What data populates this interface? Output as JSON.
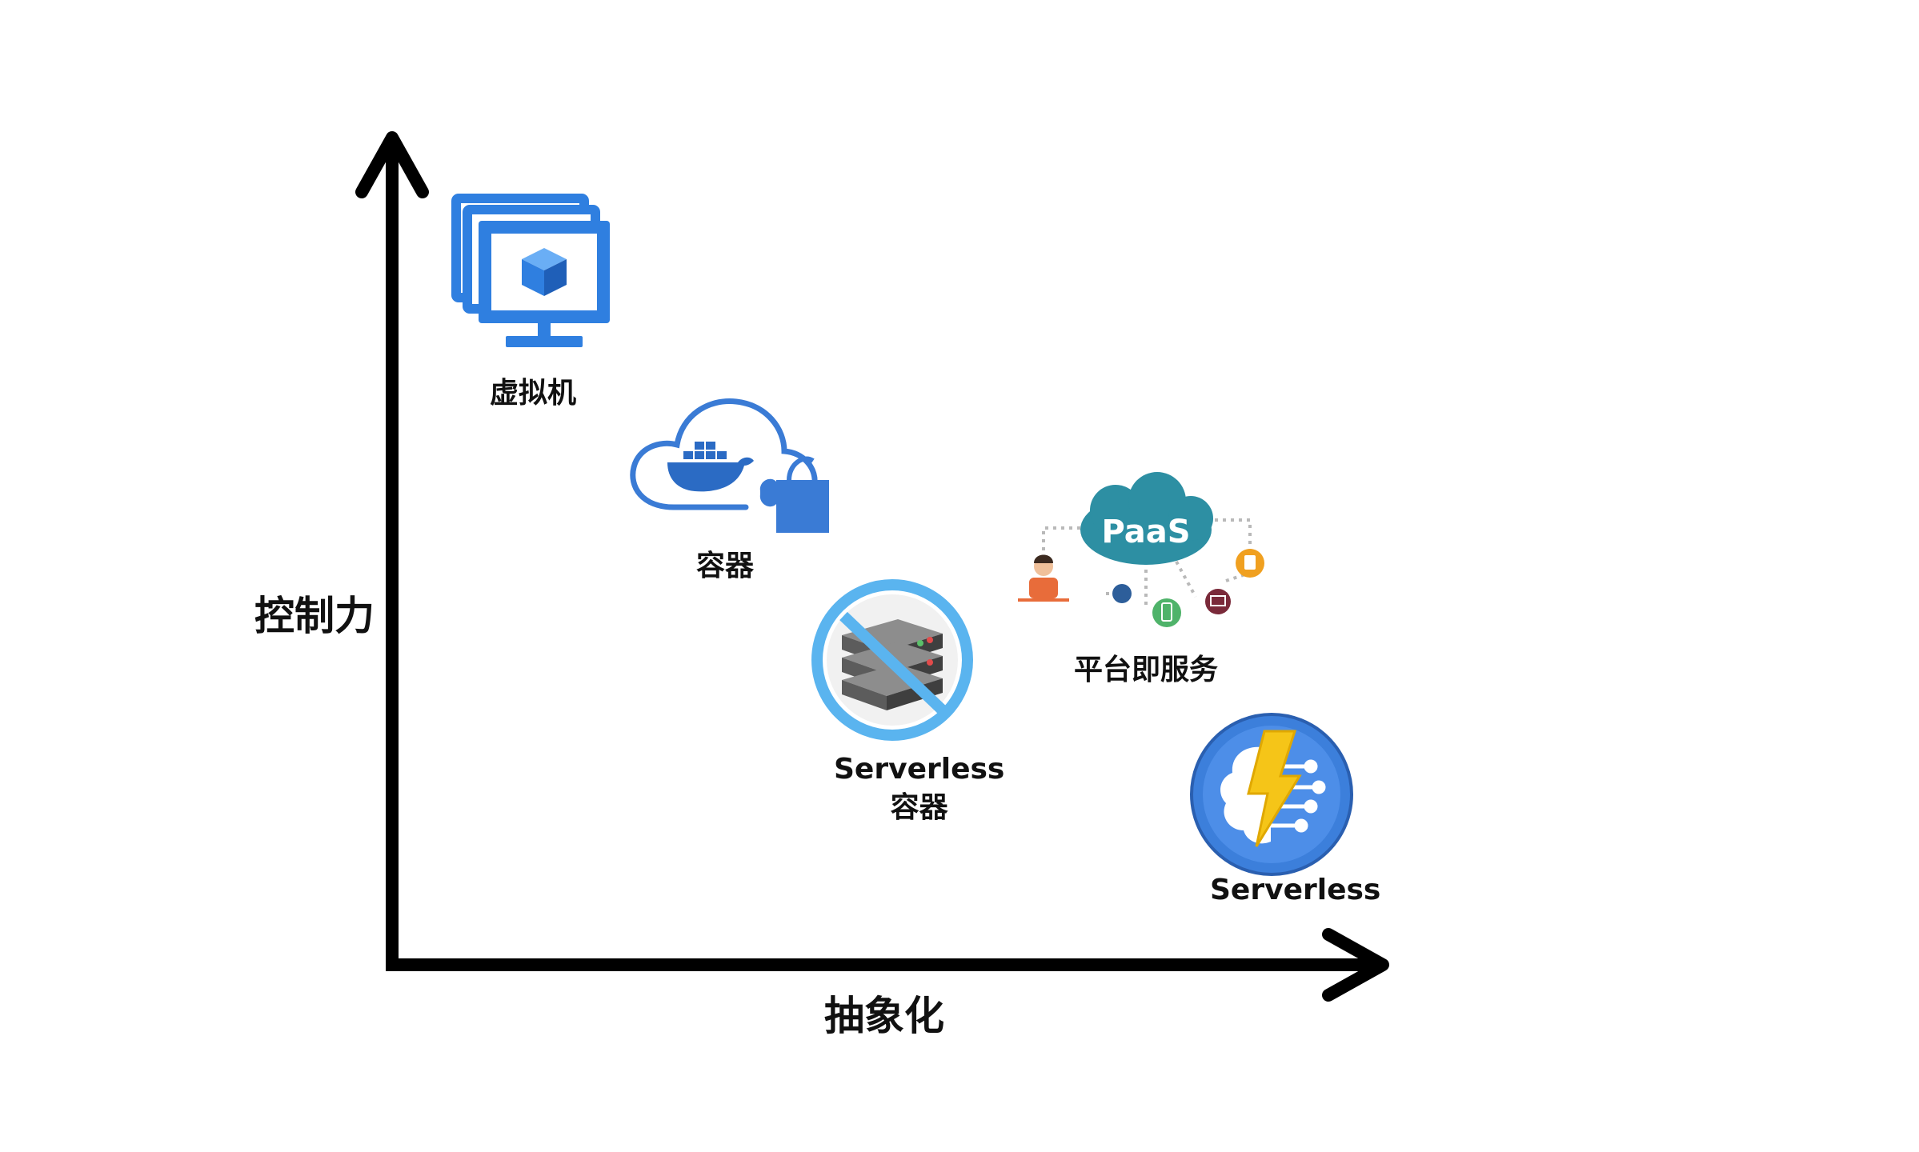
{
  "axes": {
    "y_label": "控制力",
    "x_label": "抽象化"
  },
  "items": [
    {
      "label": "虚拟机",
      "icon": "virtual-machine-icon"
    },
    {
      "label": "容器",
      "icon": "docker-cloud-icon"
    },
    {
      "label": "Serverless",
      "label2": "容器",
      "icon": "no-server-icon"
    },
    {
      "label": "平台即服务",
      "icon": "paas-cloud-icon",
      "icon_text": "PaaS"
    },
    {
      "label": "Serverless",
      "icon": "azure-functions-icon"
    }
  ],
  "colors": {
    "vm_blue": "#2f7fe0",
    "docker_blue": "#3a7bd5",
    "no_server_ring": "#5ab4ef",
    "paas_teal": "#2d8fa3",
    "functions_blue": "#3c7fdb",
    "bolt_yellow": "#f5c518"
  }
}
